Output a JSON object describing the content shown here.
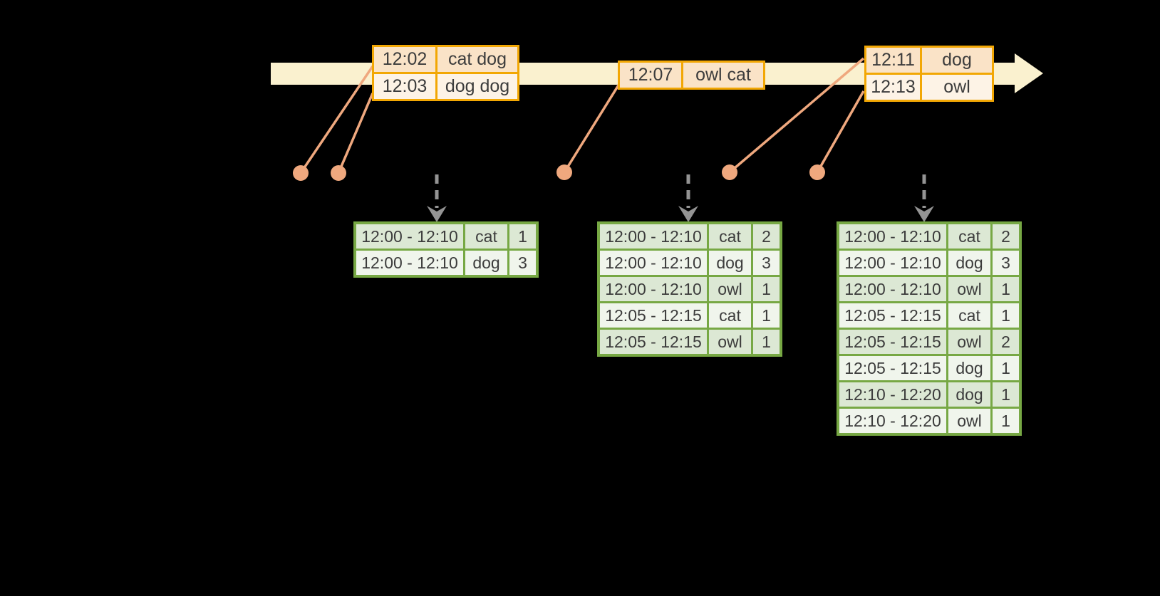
{
  "colors": {
    "background": "#000000",
    "band": "#faf1cf",
    "event_border": "#f2a704",
    "event_row_dark": "#fae3c7",
    "event_row_light": "#fdf3e6",
    "connector": "#efa87e",
    "arrow_gray": "#949494",
    "result_border": "#77a844",
    "result_row_dark": "#dce8d4",
    "result_row_light": "#f0f5ec",
    "text": "#3c3c3c"
  },
  "event_tables": [
    {
      "rows": [
        {
          "time": "12:02",
          "words": "cat dog"
        },
        {
          "time": "12:03",
          "words": "dog dog"
        }
      ]
    },
    {
      "rows": [
        {
          "time": "12:07",
          "words": "owl cat"
        }
      ]
    },
    {
      "rows": [
        {
          "time": "12:11",
          "words": "dog"
        },
        {
          "time": "12:13",
          "words": "owl"
        }
      ]
    }
  ],
  "result_tables": [
    {
      "rows": [
        {
          "window": "12:00 - 12:10",
          "word": "cat",
          "count": "1"
        },
        {
          "window": "12:00 - 12:10",
          "word": "dog",
          "count": "3"
        }
      ]
    },
    {
      "rows": [
        {
          "window": "12:00 - 12:10",
          "word": "cat",
          "count": "2"
        },
        {
          "window": "12:00 - 12:10",
          "word": "dog",
          "count": "3"
        },
        {
          "window": "12:00 - 12:10",
          "word": "owl",
          "count": "1"
        },
        {
          "window": "12:05 - 12:15",
          "word": "cat",
          "count": "1"
        },
        {
          "window": "12:05 - 12:15",
          "word": "owl",
          "count": "1"
        }
      ]
    },
    {
      "rows": [
        {
          "window": "12:00 - 12:10",
          "word": "cat",
          "count": "2"
        },
        {
          "window": "12:00 - 12:10",
          "word": "dog",
          "count": "3"
        },
        {
          "window": "12:00 - 12:10",
          "word": "owl",
          "count": "1"
        },
        {
          "window": "12:05 - 12:15",
          "word": "cat",
          "count": "1"
        },
        {
          "window": "12:05 - 12:15",
          "word": "owl",
          "count": "2"
        },
        {
          "window": "12:05 - 12:15",
          "word": "dog",
          "count": "1"
        },
        {
          "window": "12:10 - 12:20",
          "word": "dog",
          "count": "1"
        },
        {
          "window": "12:10 - 12:20",
          "word": "owl",
          "count": "1"
        }
      ]
    }
  ]
}
